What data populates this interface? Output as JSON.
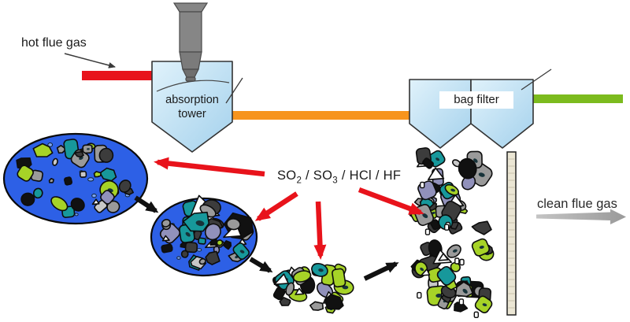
{
  "labels": {
    "hot_flue_gas": "hot flue gas",
    "absorption_tower_line1": "absorption",
    "absorption_tower_line2": "tower",
    "bag_filter": "bag filter",
    "clean_flue_gas": "clean flue gas",
    "acid_gases": {
      "p1": "SO",
      "sub1": "2",
      "p2": " / SO",
      "sub2": "3",
      "p3": " / HCl / HF"
    }
  },
  "colors": {
    "hot_gas_pipe": "#e8131b",
    "intermediate_pipe": "#f7941d",
    "clean_gas_pipe": "#7cbb1e",
    "vessel_fill_light": "#dbeffa",
    "vessel_fill_dark": "#a4d1ec",
    "vessel_outline": "#333333",
    "droplet_blue": "#2d60e6",
    "droplet_minidot_blue": "#7aa3f2",
    "arrow_red": "#e8131b",
    "arrow_black": "#111111",
    "arrow_gray": "#a8a8a8",
    "leader_line": "#3a3a3a",
    "filter_bar_fill": "#ebe6d4",
    "filter_bar_line": "#c9c3ad",
    "particle_gray": "#9a9a9a",
    "particle_dark": "#3c3c3c",
    "particle_black": "#111111",
    "particle_green": "#a6d327",
    "particle_teal": "#17989b",
    "particle_slate": "#9191bb",
    "particle_white": "#ffffff"
  }
}
